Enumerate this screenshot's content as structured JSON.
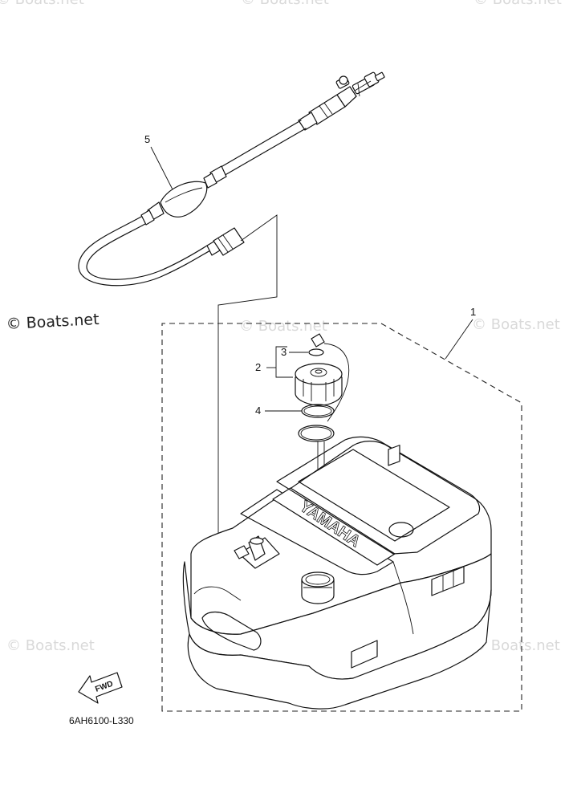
{
  "watermarks": {
    "main": "© Boats.net",
    "faint": "© Boats.net"
  },
  "callouts": {
    "c1": "1",
    "c2": "2",
    "c3": "3",
    "c4": "4",
    "c5": "5"
  },
  "fwd_label": "FWD",
  "tank_brand": "YAMAHA",
  "diagram_code": "6AH6100-L330"
}
